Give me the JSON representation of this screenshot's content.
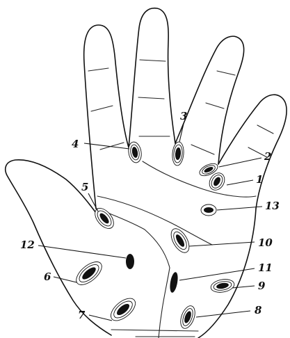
{
  "diagram": {
    "points": [
      {
        "id": "1",
        "label": "1"
      },
      {
        "id": "2",
        "label": "2"
      },
      {
        "id": "3",
        "label": "3"
      },
      {
        "id": "4",
        "label": "4"
      },
      {
        "id": "5",
        "label": "5"
      },
      {
        "id": "6",
        "label": "6"
      },
      {
        "id": "7",
        "label": "7"
      },
      {
        "id": "8",
        "label": "8"
      },
      {
        "id": "9",
        "label": "9"
      },
      {
        "id": "10",
        "label": "10"
      },
      {
        "id": "11",
        "label": "11"
      },
      {
        "id": "12",
        "label": "12"
      },
      {
        "id": "13",
        "label": "13"
      }
    ]
  }
}
